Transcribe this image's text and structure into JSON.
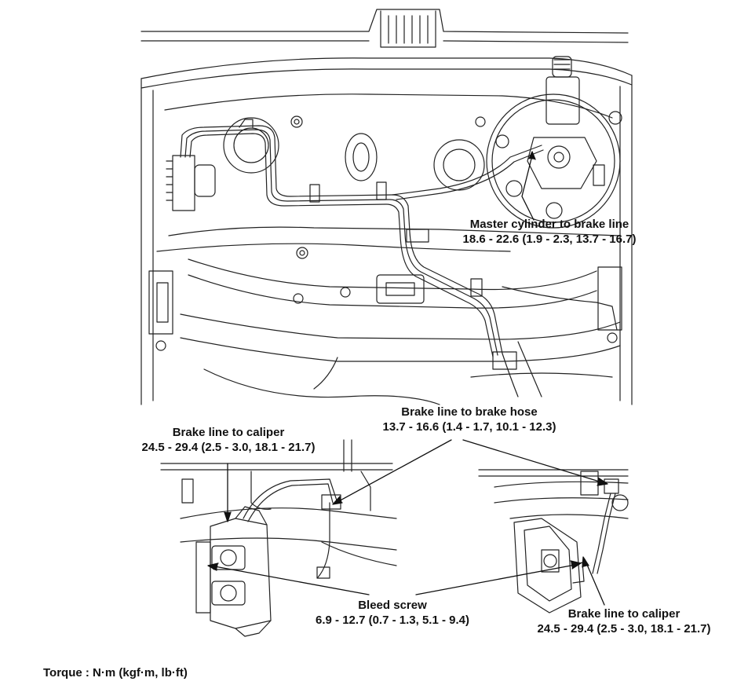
{
  "labels": {
    "master_cylinder": {
      "name": "Master cylinder to brake line",
      "torque": "18.6 - 22.6 (1.9 - 2.3, 13.7 - 16.7)"
    },
    "brake_hose": {
      "name": "Brake line to brake hose",
      "torque": "13.7 - 16.6 (1.4 - 1.7, 10.1 - 12.3)"
    },
    "caliper_left": {
      "name": "Brake line to caliper",
      "torque": "24.5 - 29.4 (2.5 - 3.0, 18.1 - 21.7)"
    },
    "bleed_screw": {
      "name": "Bleed screw",
      "torque": "6.9 - 12.7 (0.7 - 1.3, 5.1 - 9.4)"
    },
    "caliper_right": {
      "name": "Brake line to caliper",
      "torque": "24.5 - 29.4 (2.5 - 3.0, 18.1 - 21.7)"
    }
  },
  "torque_note": "Torque : N·m (kgf·m, lb·ft)"
}
